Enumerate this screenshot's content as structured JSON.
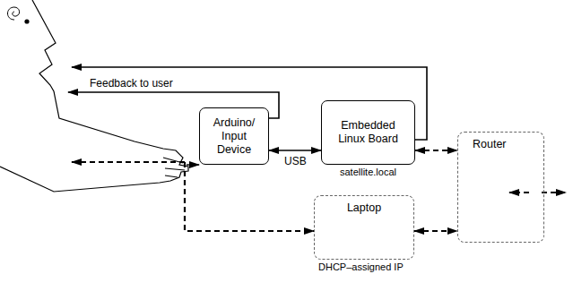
{
  "diagram": {
    "nodes": [
      {
        "text": [
          "Arduino/ Input Device"
        ]
      },
      {
        "text": [
          "Embedded Linux Board",
          "satellite.local"
        ]
      },
      {
        "text": [
          "Router"
        ]
      },
      {
        "text": [
          "Laptop",
          "DHCP–assigned IP"
        ]
      }
    ],
    "edges": [
      {
        "from": 0,
        "to": 1,
        "label": "USB",
        "arrow": "both"
      },
      {
        "from": 1,
        "to": 2,
        "arrow": "both"
      },
      {
        "from": 3,
        "to": 2,
        "arrow": "both"
      }
    ],
    "labels": [
      "Feedback to user"
    ]
  }
}
